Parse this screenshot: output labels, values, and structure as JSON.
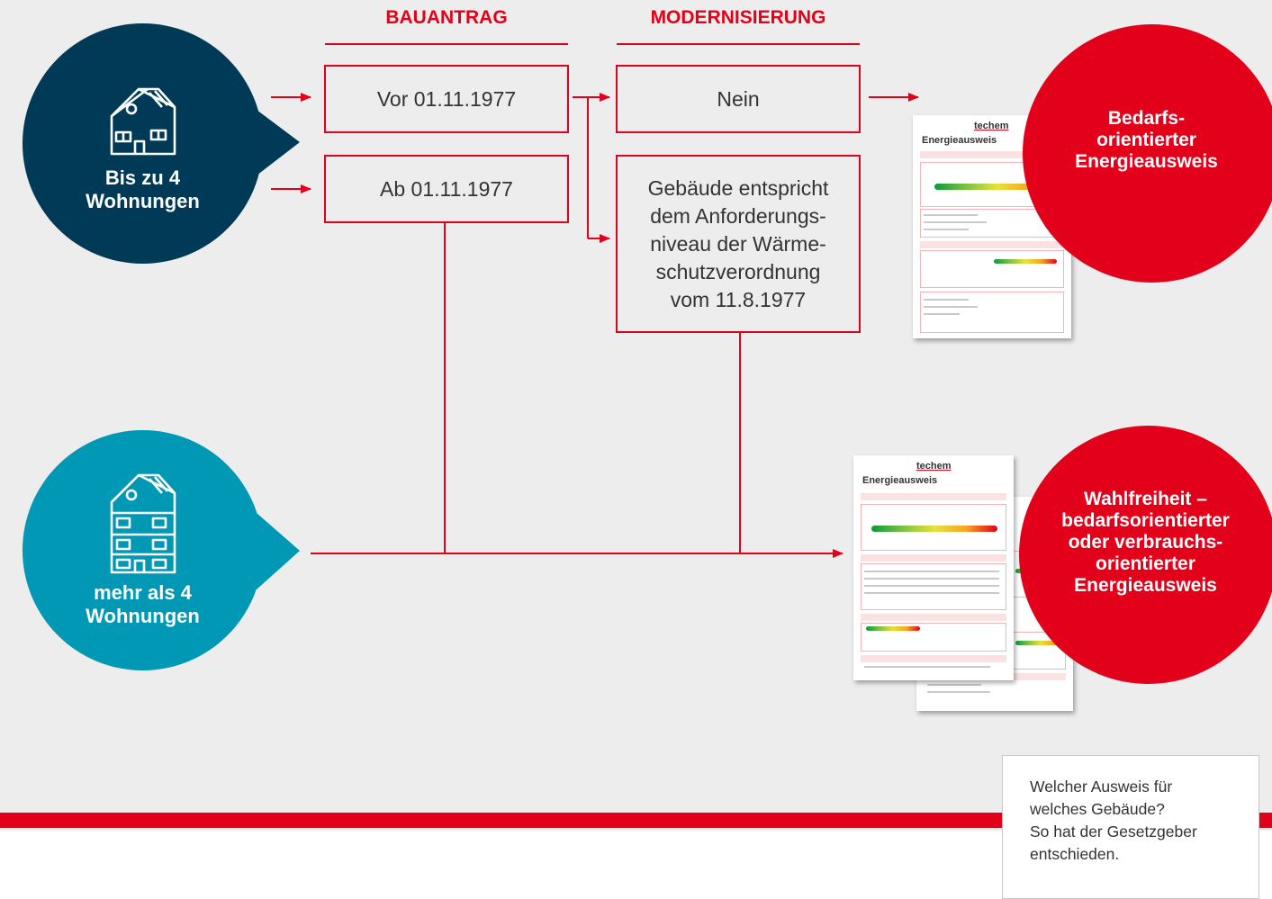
{
  "headers": {
    "bauantrag": "BAUANTRAG",
    "modernisierung": "MODERNISIERUNG"
  },
  "boxes": {
    "vor": "Vor 01.11.1977",
    "ab": "Ab 01.11.1977",
    "nein": "Nein",
    "gebaeude": "Gebäude entspricht\ndem Anforderungs-\nniveau der Wärme-\nschutzverordnung\nvom 11.8.1977"
  },
  "circles": {
    "top": {
      "label": "Bis zu 4\nWohnungen",
      "color": "#003a56",
      "icon": "small-house-icon"
    },
    "bottom": {
      "label": "mehr als 4\nWohnungen",
      "color": "#0098b5",
      "icon": "apartment-building-icon"
    }
  },
  "results": {
    "top": "Bedarfs-\norientierter\nEnergieausweis",
    "bottom": "Wahlfreiheit –\nbedarfsorientierter\noder verbrauchs-\norientierter\nEnergieausweis",
    "color": "#e2001a"
  },
  "documents": {
    "brand": "techem",
    "title": "Energieausweis"
  },
  "note": "Welcher Ausweis für\nwelches Gebäude?\nSo hat der Gesetzgeber\nentschieden.",
  "colors": {
    "accent": "#e2001a",
    "background": "#ededee"
  }
}
